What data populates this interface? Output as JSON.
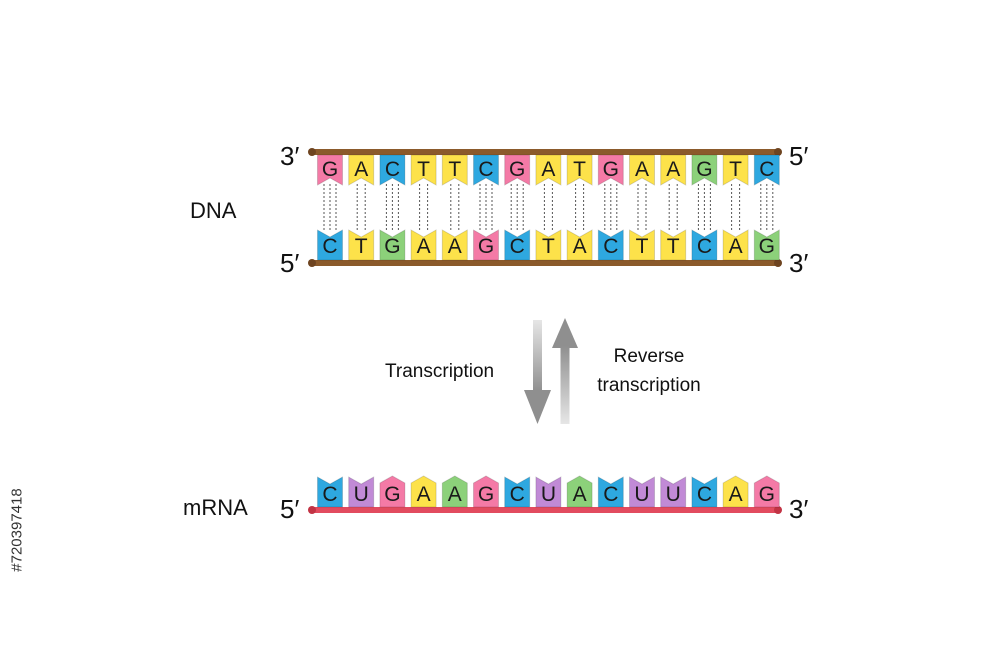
{
  "colors": {
    "A": "#fde24a",
    "T": "#fde24a",
    "G": "#8cd17a",
    "C": "#2ea8e0",
    "U": "#c18ad6",
    "pink": "#f47aa6",
    "dna_backbone": "#8b5a2b",
    "rna_backbone": "#e24b5f",
    "arrow": "#b5b5b5"
  },
  "dna": {
    "label": "DNA",
    "top_strand": {
      "end_left": "3′",
      "end_right": "5′",
      "sequence": [
        "G",
        "A",
        "C",
        "T",
        "T",
        "C",
        "G",
        "A",
        "T",
        "G",
        "A",
        "A",
        "G",
        "T",
        "C"
      ],
      "colors": [
        "pink",
        "A",
        "C",
        "T",
        "T",
        "C",
        "pink",
        "A",
        "T",
        "pink",
        "A",
        "A",
        "G",
        "T",
        "C"
      ]
    },
    "bottom_strand": {
      "end_left": "5′",
      "end_right": "3′",
      "sequence": [
        "C",
        "T",
        "G",
        "A",
        "A",
        "G",
        "C",
        "T",
        "A",
        "C",
        "T",
        "T",
        "C",
        "A",
        "G"
      ],
      "colors": [
        "C",
        "T",
        "G",
        "A",
        "A",
        "pink",
        "C",
        "T",
        "A",
        "C",
        "T",
        "T",
        "C",
        "A",
        "G"
      ]
    }
  },
  "processes": {
    "transcription": "Transcription",
    "reverse_line1": "Reverse",
    "reverse_line2": "transcription"
  },
  "mrna": {
    "label": "mRNA",
    "end_left": "5′",
    "end_right": "3′",
    "sequence": [
      "C",
      "U",
      "G",
      "A",
      "A",
      "G",
      "C",
      "U",
      "A",
      "C",
      "U",
      "U",
      "C",
      "A",
      "G"
    ],
    "colors": [
      "C",
      "U",
      "pink",
      "A",
      "G",
      "pink",
      "C",
      "U",
      "G",
      "C",
      "U",
      "U",
      "C",
      "A",
      "pink"
    ]
  },
  "stock_id": "#720397418"
}
